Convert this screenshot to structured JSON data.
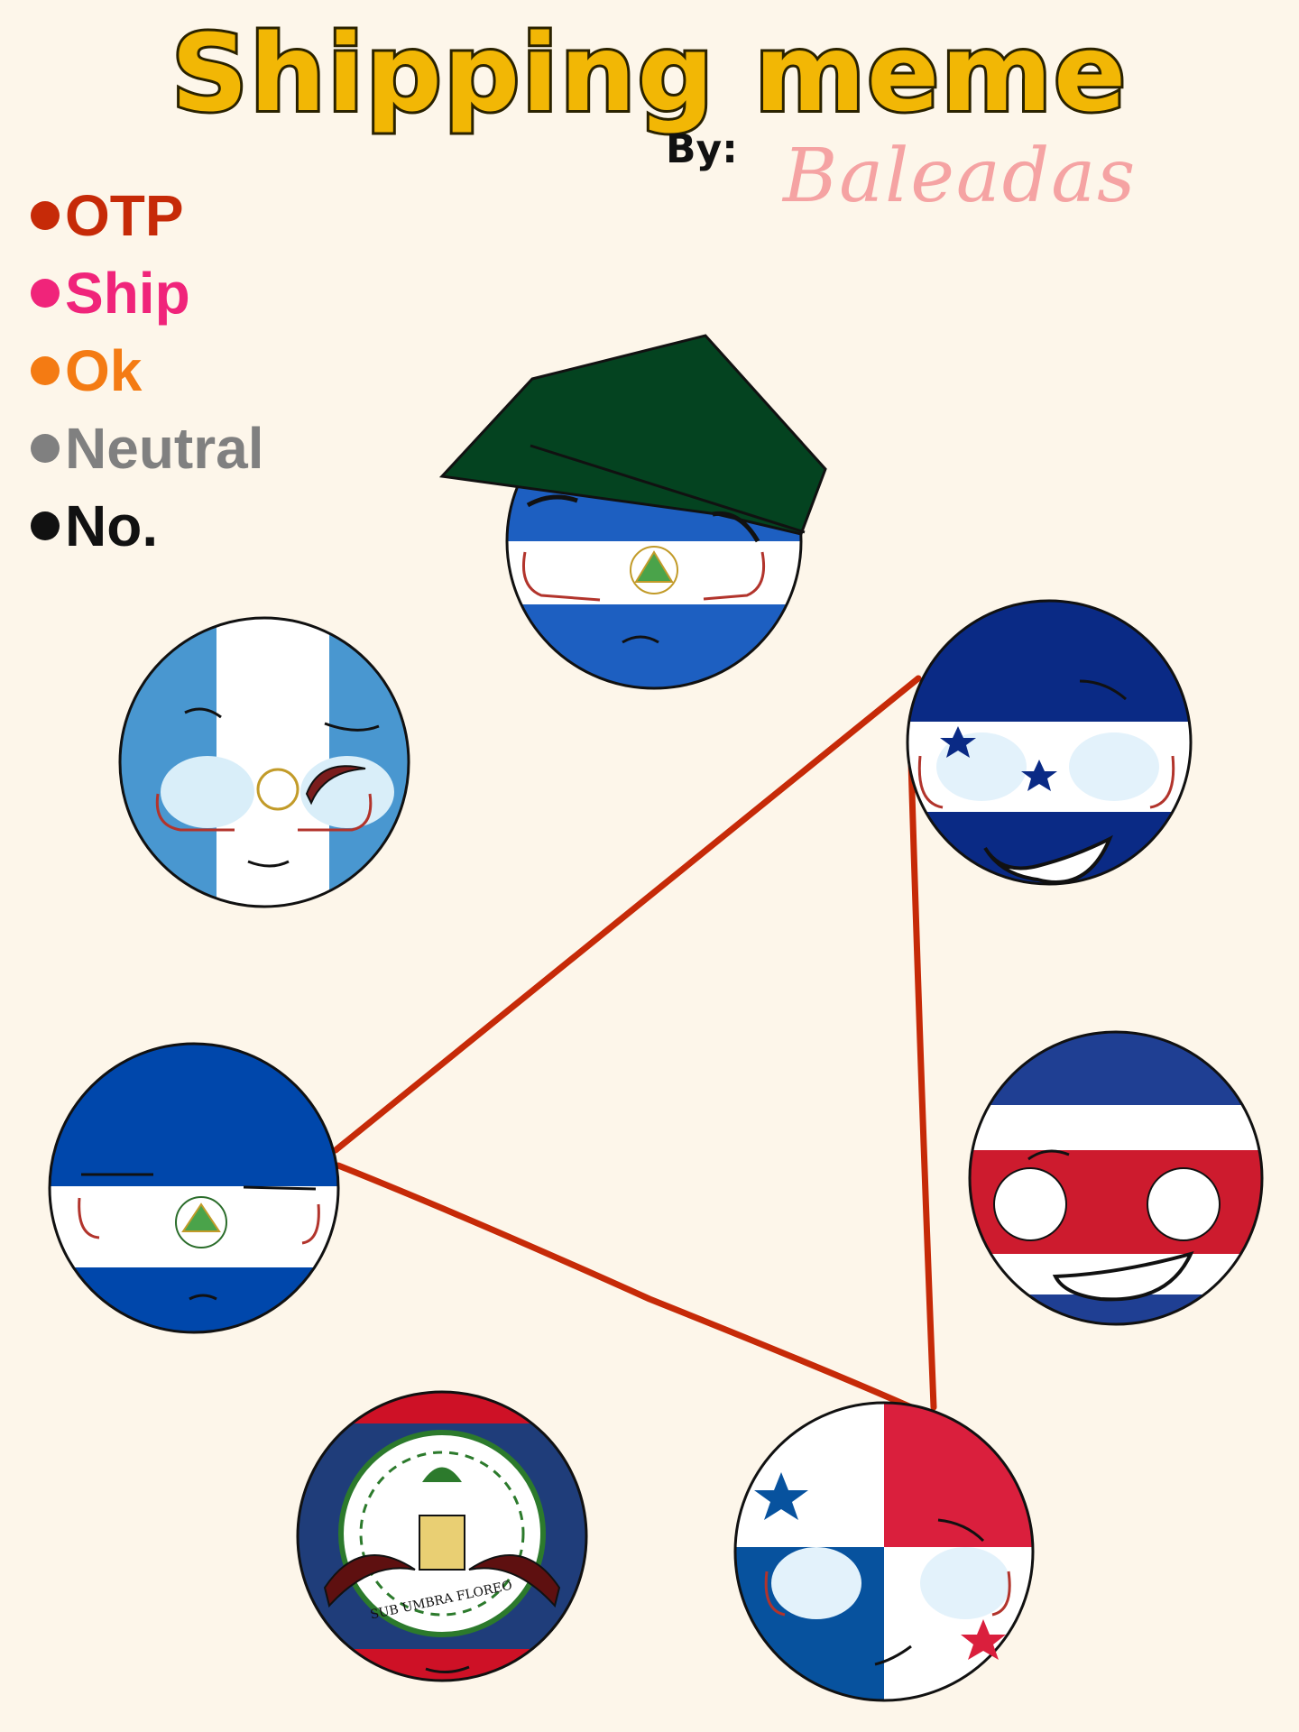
{
  "title": "Shipping meme",
  "byline": "By:",
  "author": "Baleadas",
  "legend": [
    {
      "label": "OTP",
      "color": "#c62a08"
    },
    {
      "label": "Ship",
      "color": "#f0247a"
    },
    {
      "label": "Ok",
      "color": "#f47b13"
    },
    {
      "label": "Neutral",
      "color": "#808080"
    },
    {
      "label": "No.",
      "color": "#111111"
    }
  ],
  "characters": [
    {
      "name": "nicaragua-ball",
      "flag": "Nicaragua",
      "has_hat": true
    },
    {
      "name": "guatemala-ball",
      "flag": "Guatemala"
    },
    {
      "name": "honduras-ball",
      "flag": "Honduras"
    },
    {
      "name": "el-salvador-ball",
      "flag": "El Salvador"
    },
    {
      "name": "costa-rica-ball",
      "flag": "Costa Rica"
    },
    {
      "name": "belize-ball",
      "flag": "Belize",
      "emblem_text": "SUB UMBRA FLOREO"
    },
    {
      "name": "panama-ball",
      "flag": "Panama"
    }
  ],
  "relations": [
    {
      "from": "honduras-ball",
      "to": "el-salvador-ball",
      "type": "OTP"
    },
    {
      "from": "honduras-ball",
      "to": "panama-ball",
      "type": "OTP"
    },
    {
      "from": "el-salvador-ball",
      "to": "panama-ball",
      "type": "OTP"
    }
  ],
  "colors": {
    "background": "#fdf6ea",
    "otp_line": "#c62a08",
    "title_fill": "#f2b705"
  }
}
